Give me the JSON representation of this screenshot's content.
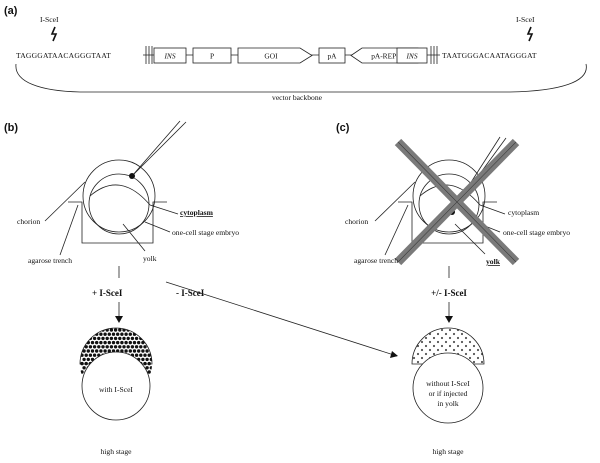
{
  "panels": {
    "a": "(a)",
    "b": "(b)",
    "c": "(c)"
  },
  "construct": {
    "left_site": "I-SceI",
    "right_site": "I-SceI",
    "left_seq": "TAGGGATAACAGGGTAAT",
    "right_seq": "TAATGGGACAATAGGGAT",
    "elements": [
      "INS",
      "P",
      "GOI",
      "pA",
      "pA-REP-P",
      "INS"
    ],
    "backbone": "vector backbone"
  },
  "panel_b": {
    "labels": {
      "chorion": "chorion",
      "trench": "agarose trench",
      "cytoplasm": "cytoplasm",
      "embryo": "one-cell stage embryo",
      "yolk": "yolk"
    },
    "plus": "+ I-SceI",
    "minus": "- I-SceI",
    "result_text": "with I-SceI",
    "stage": "high stage"
  },
  "panel_c": {
    "labels": {
      "chorion": "chorion",
      "trench": "agarose trench",
      "cytoplasm": "cytoplasm",
      "embryo": "one-cell stage embryo",
      "yolk": "yolk"
    },
    "plusminus": "+/- I-SceI",
    "result_lines": [
      "without I-SceI",
      "or if injected",
      "in yolk"
    ],
    "stage": "high stage"
  },
  "colors": {
    "line": "#222222",
    "cross": "#7a7a7a",
    "dots": "#111111"
  }
}
